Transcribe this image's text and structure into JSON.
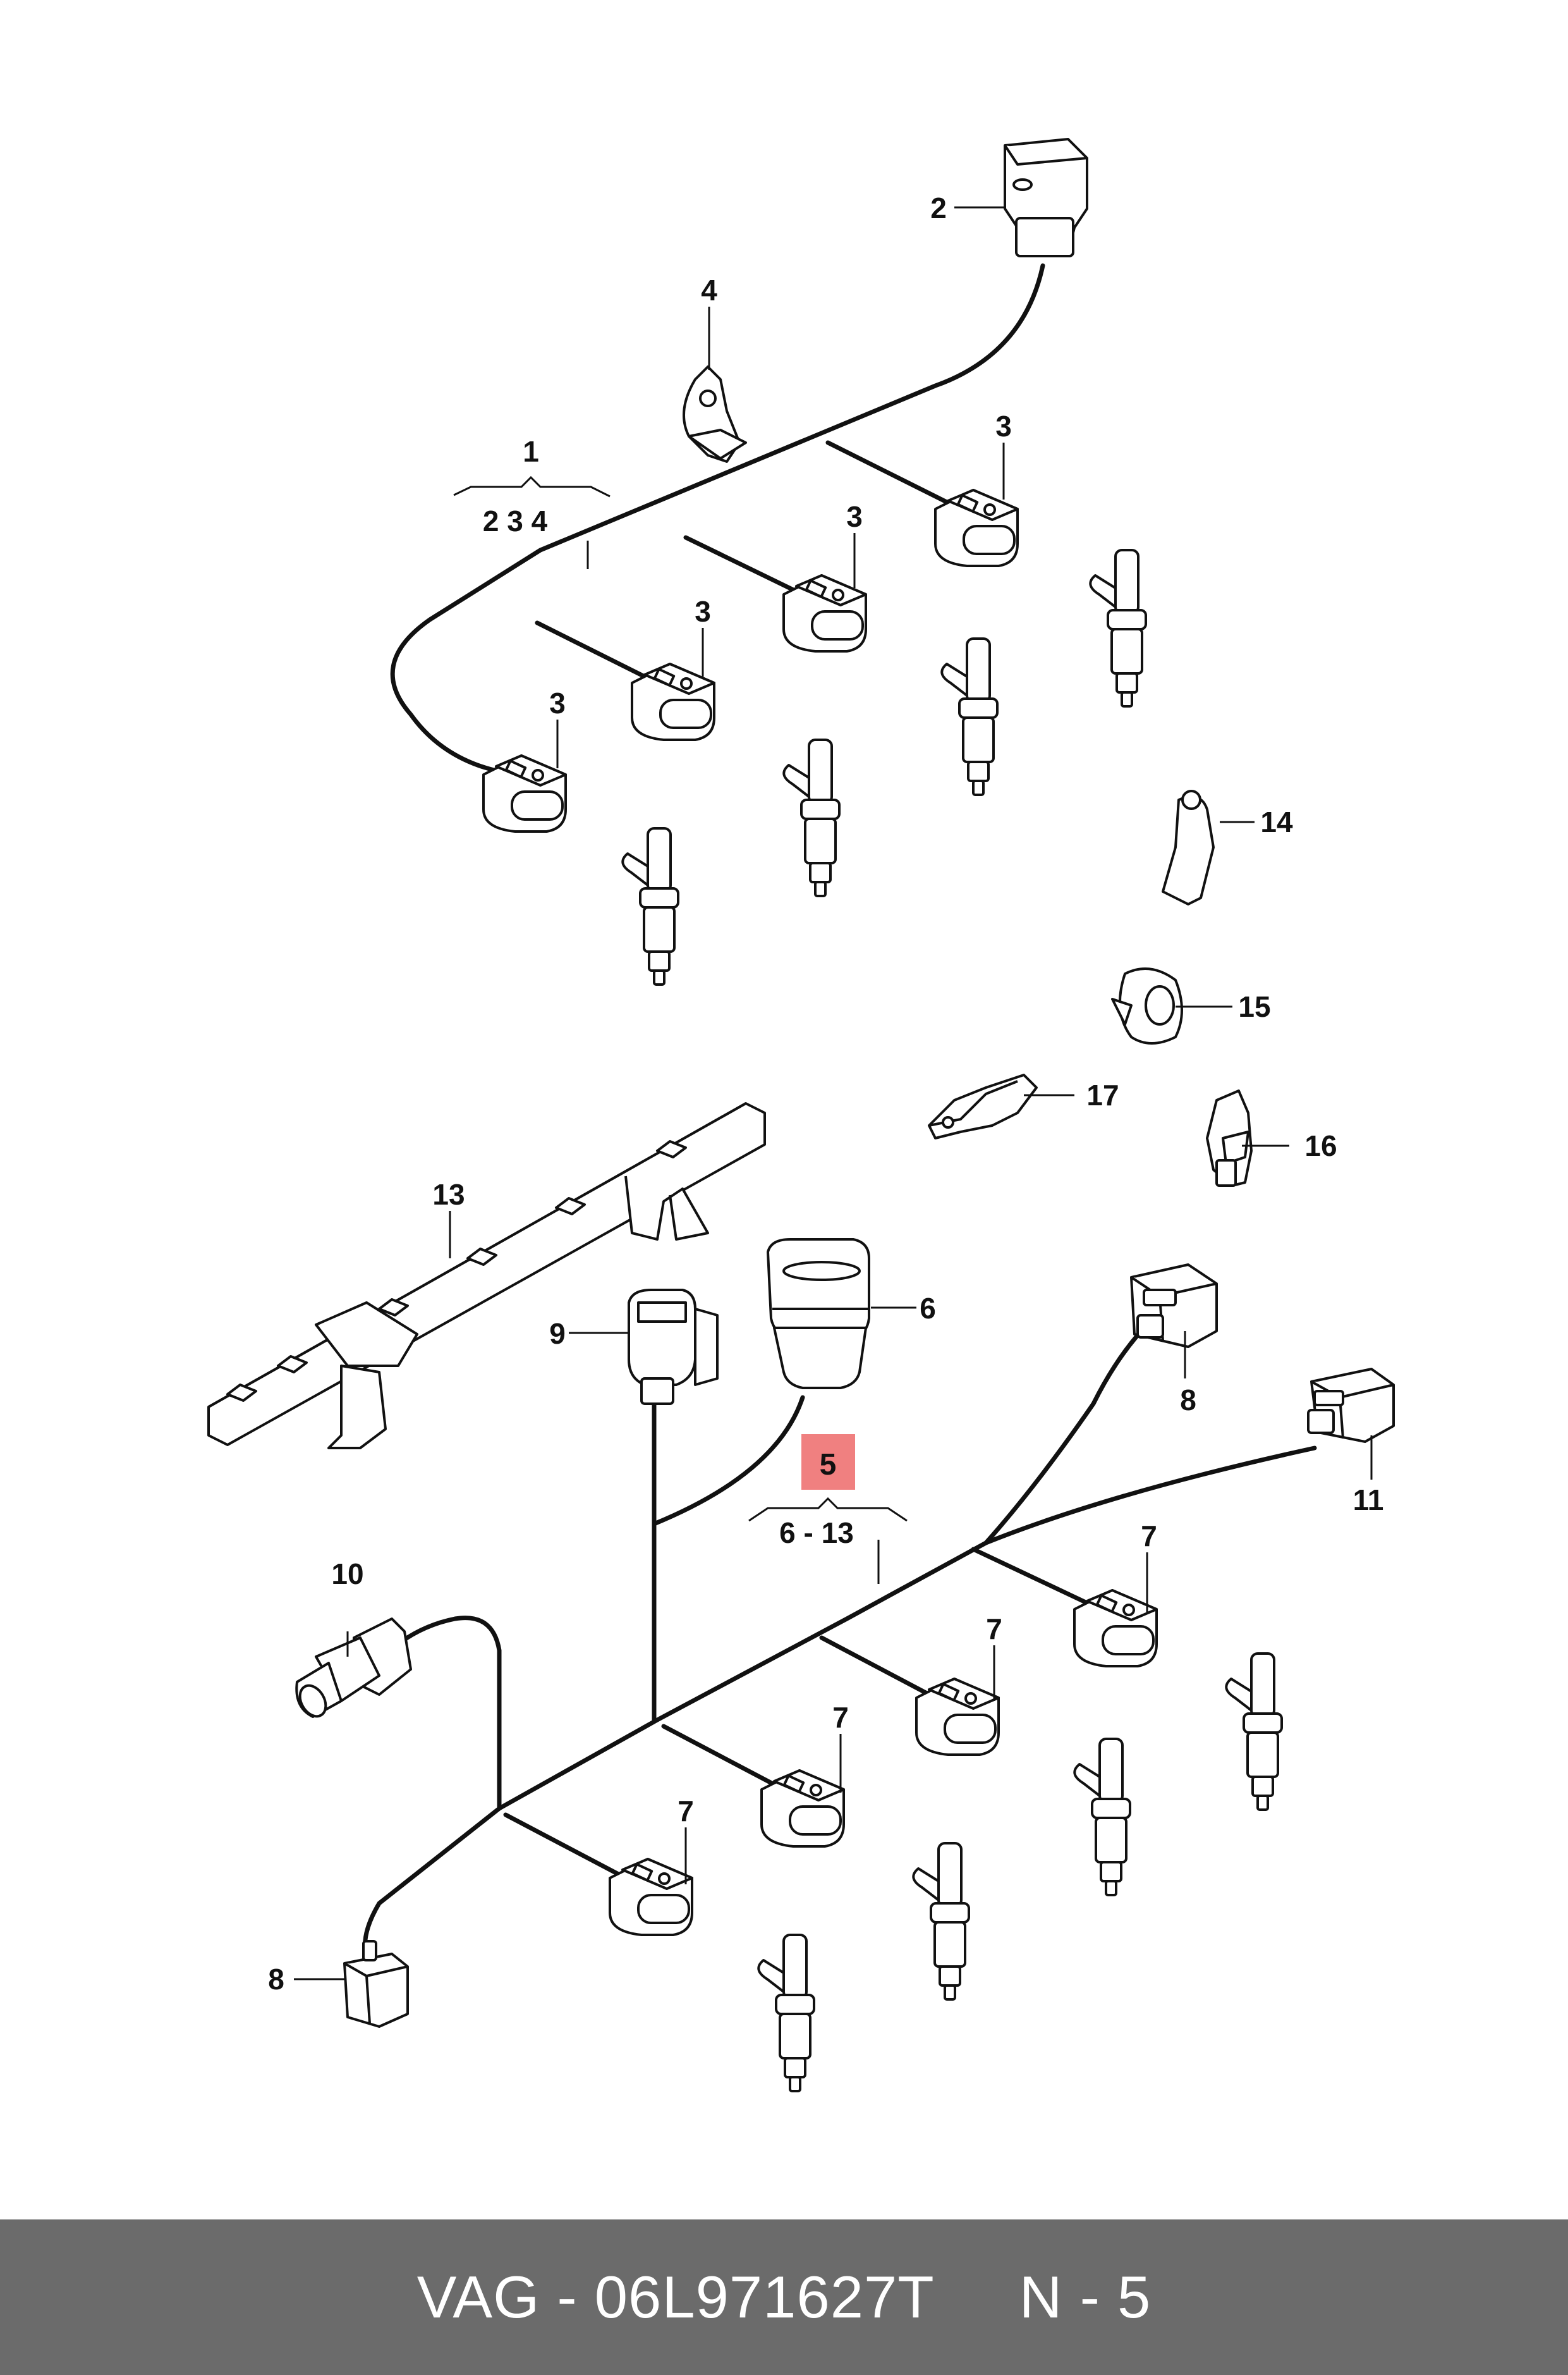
{
  "callouts": {
    "c1": "1",
    "c1_range": "2 3 4",
    "c2": "2",
    "c3a": "3",
    "c3b": "3",
    "c3c": "3",
    "c3d": "3",
    "c4": "4",
    "c5": "5",
    "c5_range": "6 - 13",
    "c6": "6",
    "c7a": "7",
    "c7b": "7",
    "c7c": "7",
    "c7d": "7",
    "c8a": "8",
    "c8b": "8",
    "c9": "9",
    "c10": "10",
    "c11": "11",
    "c13": "13",
    "c14": "14",
    "c15": "15",
    "c16": "16",
    "c17": "17"
  },
  "highlight_color": "#f08080",
  "footer": {
    "text": "VAG - 06L971627T     N - 5"
  }
}
